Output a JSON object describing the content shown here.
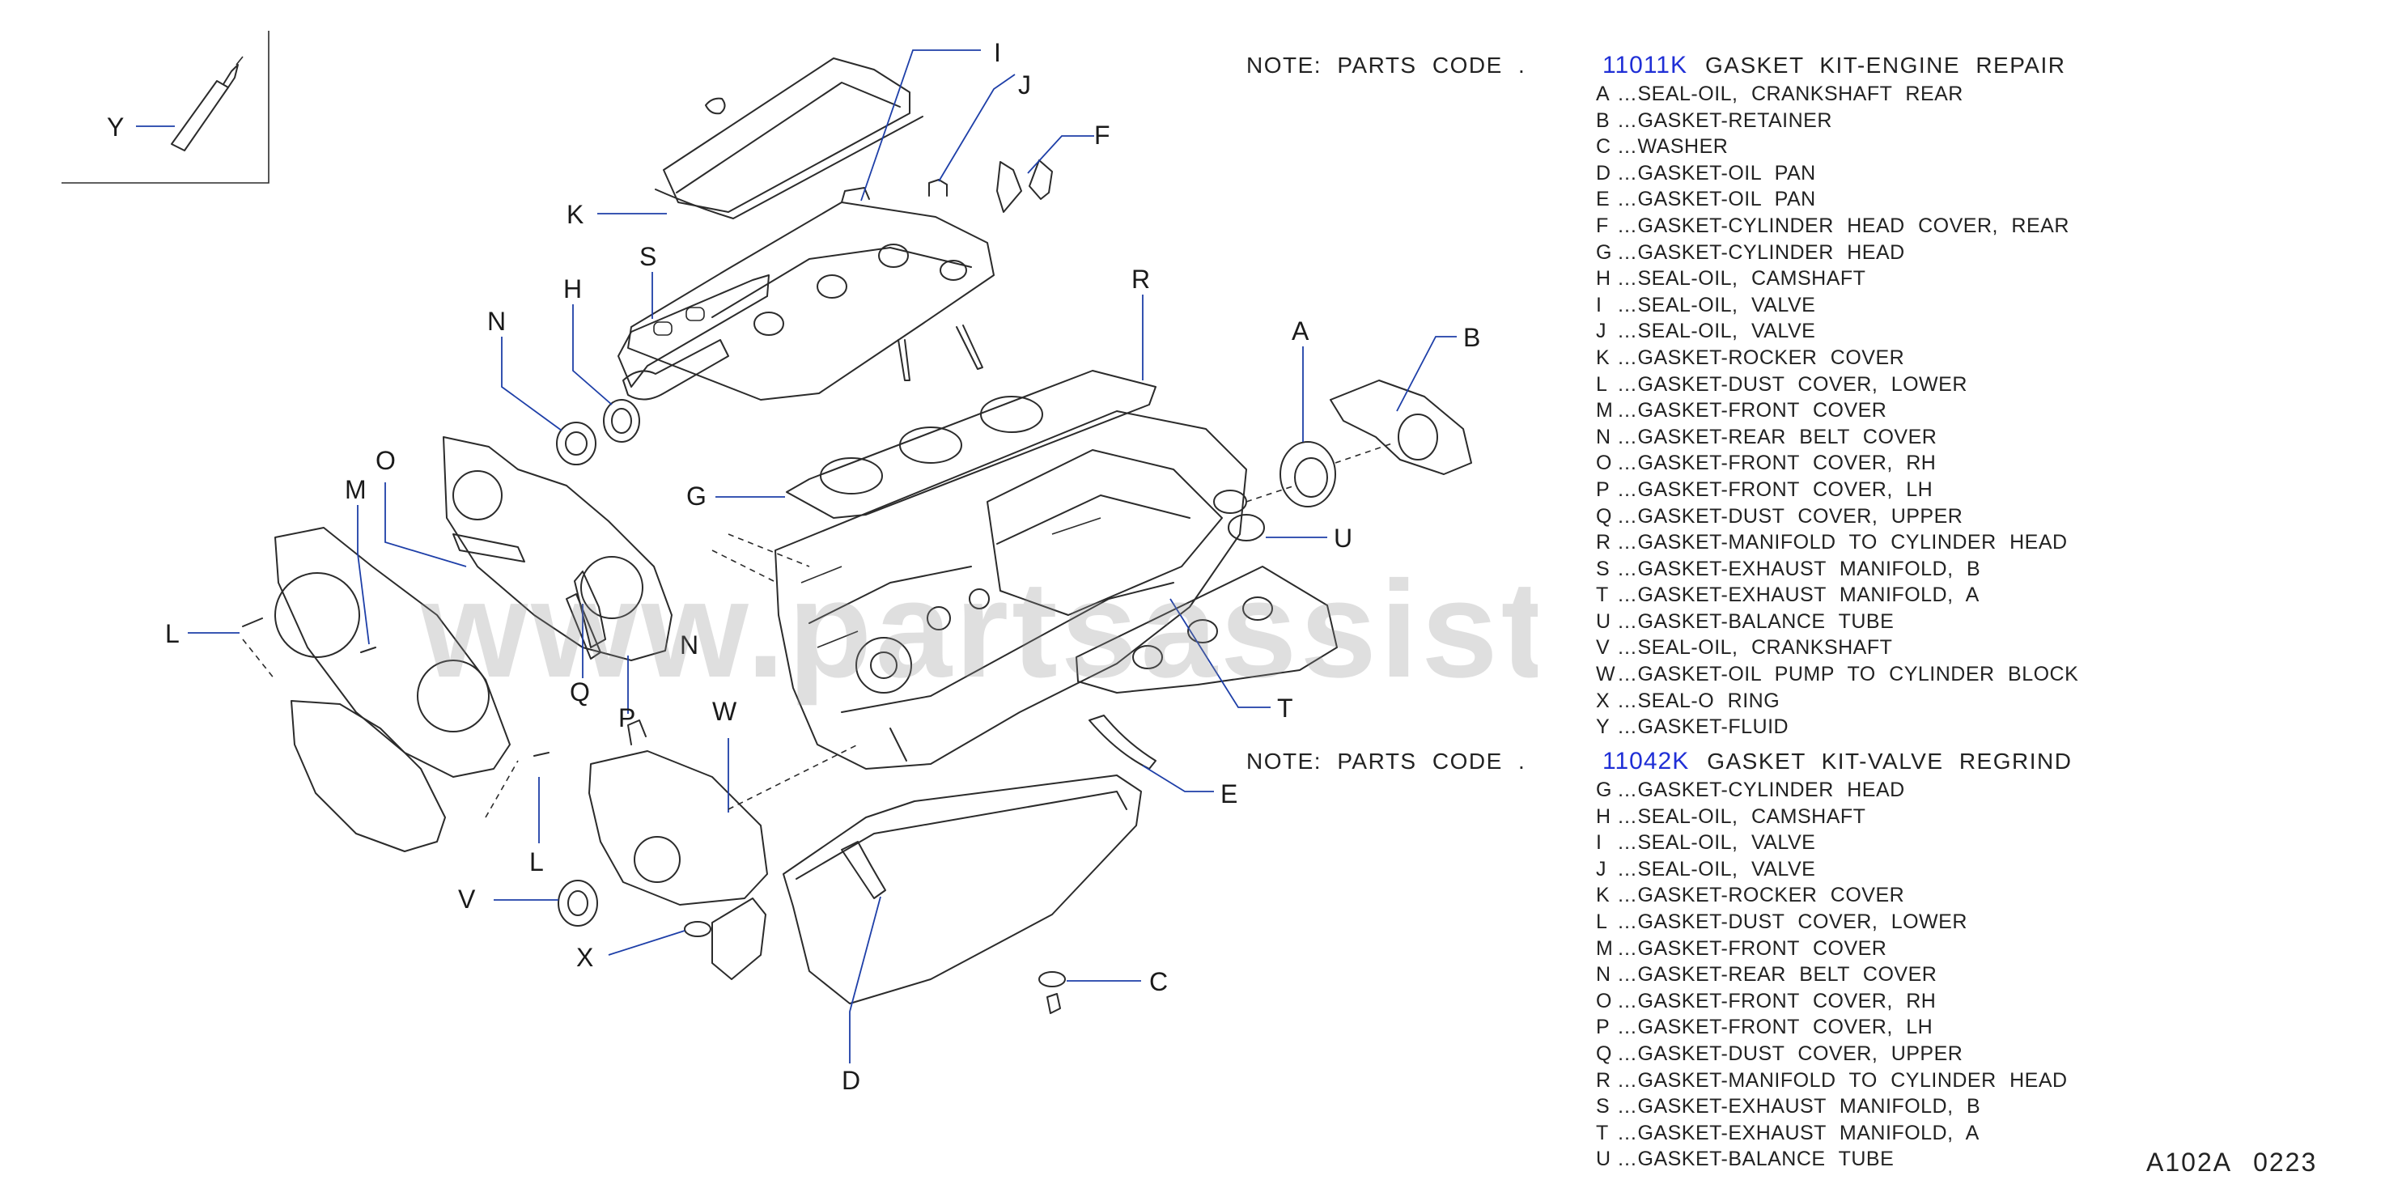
{
  "watermark": "www.partsassistant.com",
  "callouts": {
    "Y": "Y",
    "K": "K",
    "I": "I",
    "J": "J",
    "F": "F",
    "S": "S",
    "H": "H",
    "N": "N",
    "R": "R",
    "A": "A",
    "B": "B",
    "O": "O",
    "G": "G",
    "M": "M",
    "U": "U",
    "L": "L",
    "Q": "Q",
    "P": "P",
    "W": "W",
    "T": "T",
    "E": "E",
    "V": "V",
    "X": "X",
    "C": "C",
    "D": "D"
  },
  "kits": [
    {
      "note": "NOTE:  PARTS  CODE  .",
      "code": "11011K",
      "title": "GASKET  KIT-ENGINE  REPAIR",
      "parts": [
        {
          "letter": "A",
          "desc": "…SEAL-OIL,  CRANKSHAFT  REAR"
        },
        {
          "letter": "B",
          "desc": "…GASKET-RETAINER"
        },
        {
          "letter": "C",
          "desc": "…WASHER"
        },
        {
          "letter": "D",
          "desc": "…GASKET-OIL  PAN"
        },
        {
          "letter": "E",
          "desc": "…GASKET-OIL  PAN"
        },
        {
          "letter": "F",
          "desc": "…GASKET-CYLINDER  HEAD  COVER,  REAR"
        },
        {
          "letter": "G",
          "desc": "…GASKET-CYLINDER  HEAD"
        },
        {
          "letter": "H",
          "desc": "…SEAL-OIL,  CAMSHAFT"
        },
        {
          "letter": "I",
          "desc": "…SEAL-OIL,  VALVE"
        },
        {
          "letter": "J",
          "desc": "…SEAL-OIL,  VALVE"
        },
        {
          "letter": "K",
          "desc": "…GASKET-ROCKER  COVER"
        },
        {
          "letter": "L",
          "desc": "…GASKET-DUST  COVER,  LOWER"
        },
        {
          "letter": "M",
          "desc": "…GASKET-FRONT  COVER"
        },
        {
          "letter": "N",
          "desc": "…GASKET-REAR  BELT  COVER"
        },
        {
          "letter": "O",
          "desc": "…GASKET-FRONT  COVER,  RH"
        },
        {
          "letter": "P",
          "desc": "…GASKET-FRONT  COVER,  LH"
        },
        {
          "letter": "Q",
          "desc": "…GASKET-DUST  COVER,  UPPER"
        },
        {
          "letter": "R",
          "desc": "…GASKET-MANIFOLD  TO  CYLINDER  HEAD"
        },
        {
          "letter": "S",
          "desc": "…GASKET-EXHAUST  MANIFOLD,  B"
        },
        {
          "letter": "T",
          "desc": "…GASKET-EXHAUST  MANIFOLD,  A"
        },
        {
          "letter": "U",
          "desc": "…GASKET-BALANCE  TUBE"
        },
        {
          "letter": "V",
          "desc": "…SEAL-OIL,  CRANKSHAFT"
        },
        {
          "letter": "W",
          "desc": "…GASKET-OIL  PUMP  TO  CYLINDER  BLOCK"
        },
        {
          "letter": "X",
          "desc": "…SEAL-O  RING"
        },
        {
          "letter": "Y",
          "desc": "…GASKET-FLUID"
        }
      ]
    },
    {
      "note": "NOTE:  PARTS  CODE  .",
      "code": "11042K",
      "title": "GASKET  KIT-VALVE  REGRIND",
      "parts": [
        {
          "letter": "G",
          "desc": "…GASKET-CYLINDER  HEAD"
        },
        {
          "letter": "H",
          "desc": "…SEAL-OIL,  CAMSHAFT"
        },
        {
          "letter": "I",
          "desc": "…SEAL-OIL,  VALVE"
        },
        {
          "letter": "J",
          "desc": "…SEAL-OIL,  VALVE"
        },
        {
          "letter": "K",
          "desc": "…GASKET-ROCKER  COVER"
        },
        {
          "letter": "L",
          "desc": "…GASKET-DUST  COVER,  LOWER"
        },
        {
          "letter": "M",
          "desc": "…GASKET-FRONT  COVER"
        },
        {
          "letter": "N",
          "desc": "…GASKET-REAR  BELT  COVER"
        },
        {
          "letter": "O",
          "desc": "…GASKET-FRONT  COVER,  RH"
        },
        {
          "letter": "P",
          "desc": "…GASKET-FRONT  COVER,  LH"
        },
        {
          "letter": "Q",
          "desc": "…GASKET-DUST  COVER,  UPPER"
        },
        {
          "letter": "R",
          "desc": "…GASKET-MANIFOLD  TO  CYLINDER  HEAD"
        },
        {
          "letter": "S",
          "desc": "…GASKET-EXHAUST  MANIFOLD,  B"
        },
        {
          "letter": "T",
          "desc": "…GASKET-EXHAUST  MANIFOLD,  A"
        },
        {
          "letter": "U",
          "desc": "…GASKET-BALANCE  TUBE"
        }
      ]
    }
  ],
  "figure_ref": {
    "code": "A102A",
    "number": "0223"
  },
  "colors": {
    "code_blue": "#1f2fd6",
    "leader_blue": "#1e3fa8",
    "ink": "#2b2b2b"
  }
}
